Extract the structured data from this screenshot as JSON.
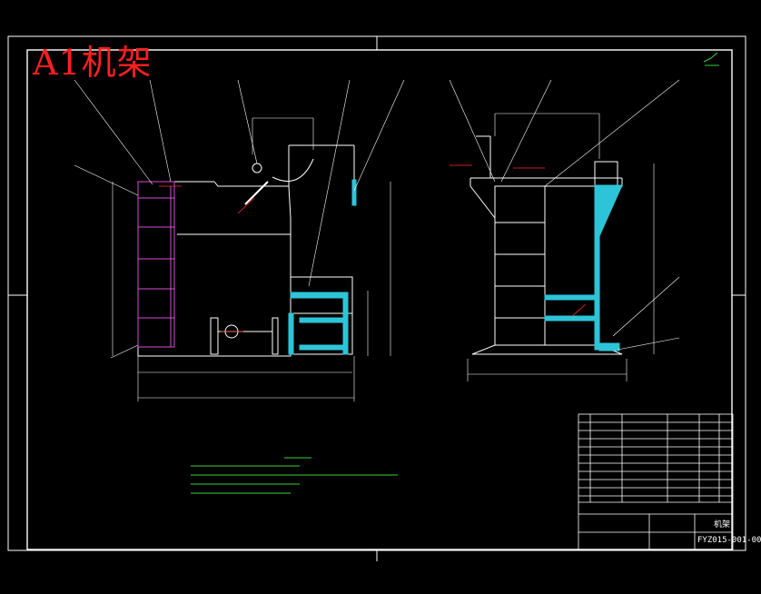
{
  "title": {
    "text": "A1机架"
  },
  "title_block": {
    "drawing_number": "FYZ015-001-00",
    "part_name": "机架"
  },
  "colors": {
    "background": "#000000",
    "frame": "#ffffff",
    "title": "#ff1f1f",
    "outline": "#ffffff",
    "section_fill": "#2ec4d8",
    "dimension": "#ffffff",
    "hidden": "#d94bd9",
    "annotation": "#3ecf3e",
    "centerline": "#ff2a2a"
  }
}
